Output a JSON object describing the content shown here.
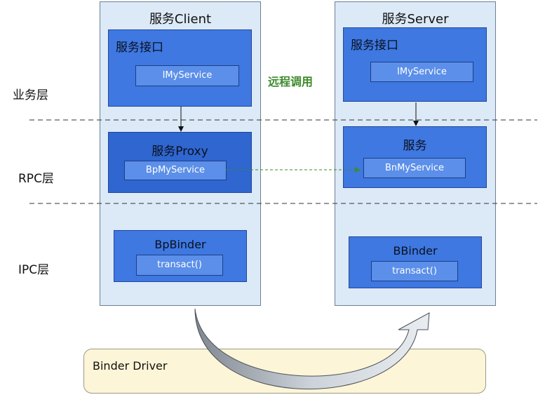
{
  "layers": {
    "business": "业务层",
    "rpc": "RPC层",
    "ipc": "IPC层"
  },
  "client": {
    "title": "服务Client",
    "interface_title": "服务接口",
    "interface_inner": "IMyService",
    "proxy_title": "服务Proxy",
    "proxy_inner": "BpMyService",
    "binder_title": "BpBinder",
    "binder_inner": "transact()"
  },
  "server": {
    "title": "服务Server",
    "interface_title": "服务接口",
    "interface_inner": "IMyService",
    "service_title": "服务",
    "service_inner": "BnMyService",
    "binder_title": "BBinder",
    "binder_inner": "transact()"
  },
  "remote_call": "远程调用",
  "driver": {
    "label": "Binder Driver"
  },
  "colors": {
    "side_bg": "#dce9f7",
    "box_blue": "#3e78e0",
    "inner_blue": "#5b8fe9",
    "driver_bg": "#fdf5d7",
    "remote_green": "#3e8b2b"
  }
}
